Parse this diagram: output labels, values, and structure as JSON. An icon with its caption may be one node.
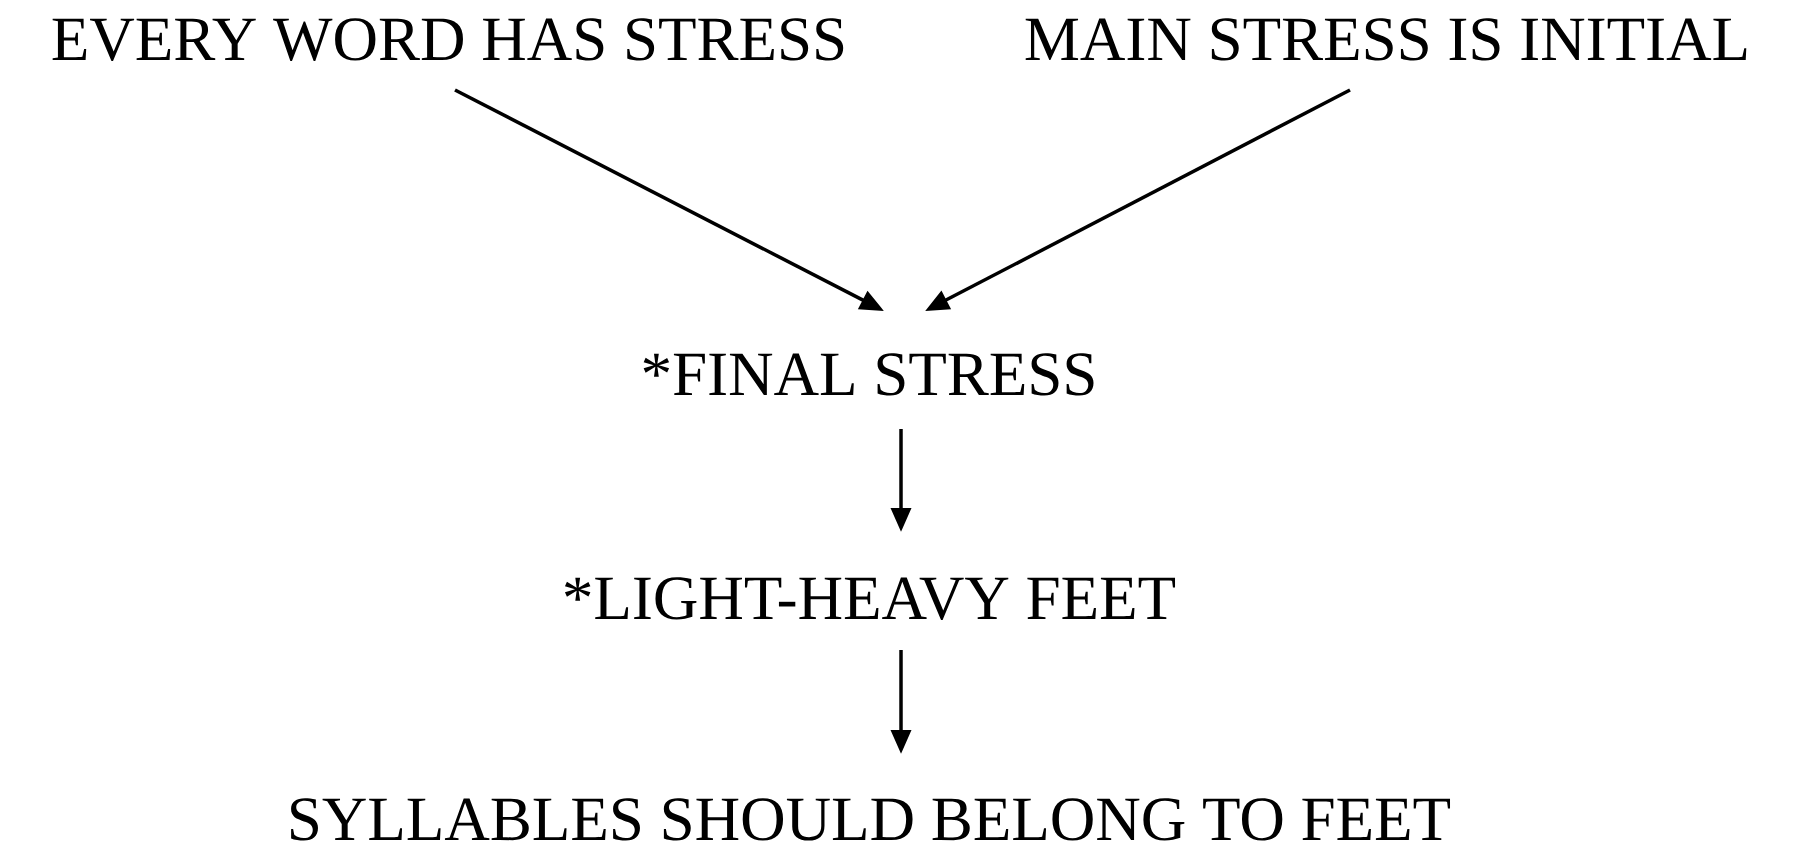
{
  "diagram": {
    "nodes": [
      {
        "text": [
          "EVERY WORD HAS STRESS"
        ]
      },
      {
        "text": [
          "MAIN STRESS IS INITIAL"
        ]
      },
      {
        "text": [
          "*FINAL STRESS"
        ]
      },
      {
        "text": [
          "*LIGHT-HEAVY FEET"
        ]
      },
      {
        "text": [
          "SYLLABLES SHOULD BELONG TO FEET"
        ]
      }
    ],
    "edges": [
      {
        "from": 0,
        "to": 2,
        "arrow": "to"
      },
      {
        "from": 1,
        "to": 2,
        "arrow": "to"
      },
      {
        "from": 2,
        "to": 3,
        "arrow": "to"
      },
      {
        "from": 3,
        "to": 4,
        "arrow": "to"
      }
    ]
  }
}
